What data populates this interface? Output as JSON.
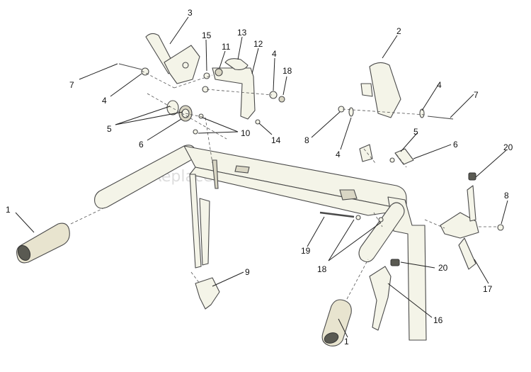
{
  "watermark": "eReplacementParts.com",
  "callouts": {
    "c1a": "1",
    "c1b": "1",
    "c2": "2",
    "c3": "3",
    "c4a": "4",
    "c4b": "4",
    "c4c": "4",
    "c4d": "4",
    "c5a": "5",
    "c5b": "5",
    "c6a": "6",
    "c6b": "6",
    "c7a": "7",
    "c7b": "7",
    "c8a": "8",
    "c8b": "8",
    "c9": "9",
    "c10": "10",
    "c11": "11",
    "c12": "12",
    "c13": "13",
    "c14": "14",
    "c15": "15",
    "c16": "16",
    "c17": "17",
    "c18a": "18",
    "c18b": "18",
    "c19": "19",
    "c20a": "20",
    "c20b": "20"
  }
}
